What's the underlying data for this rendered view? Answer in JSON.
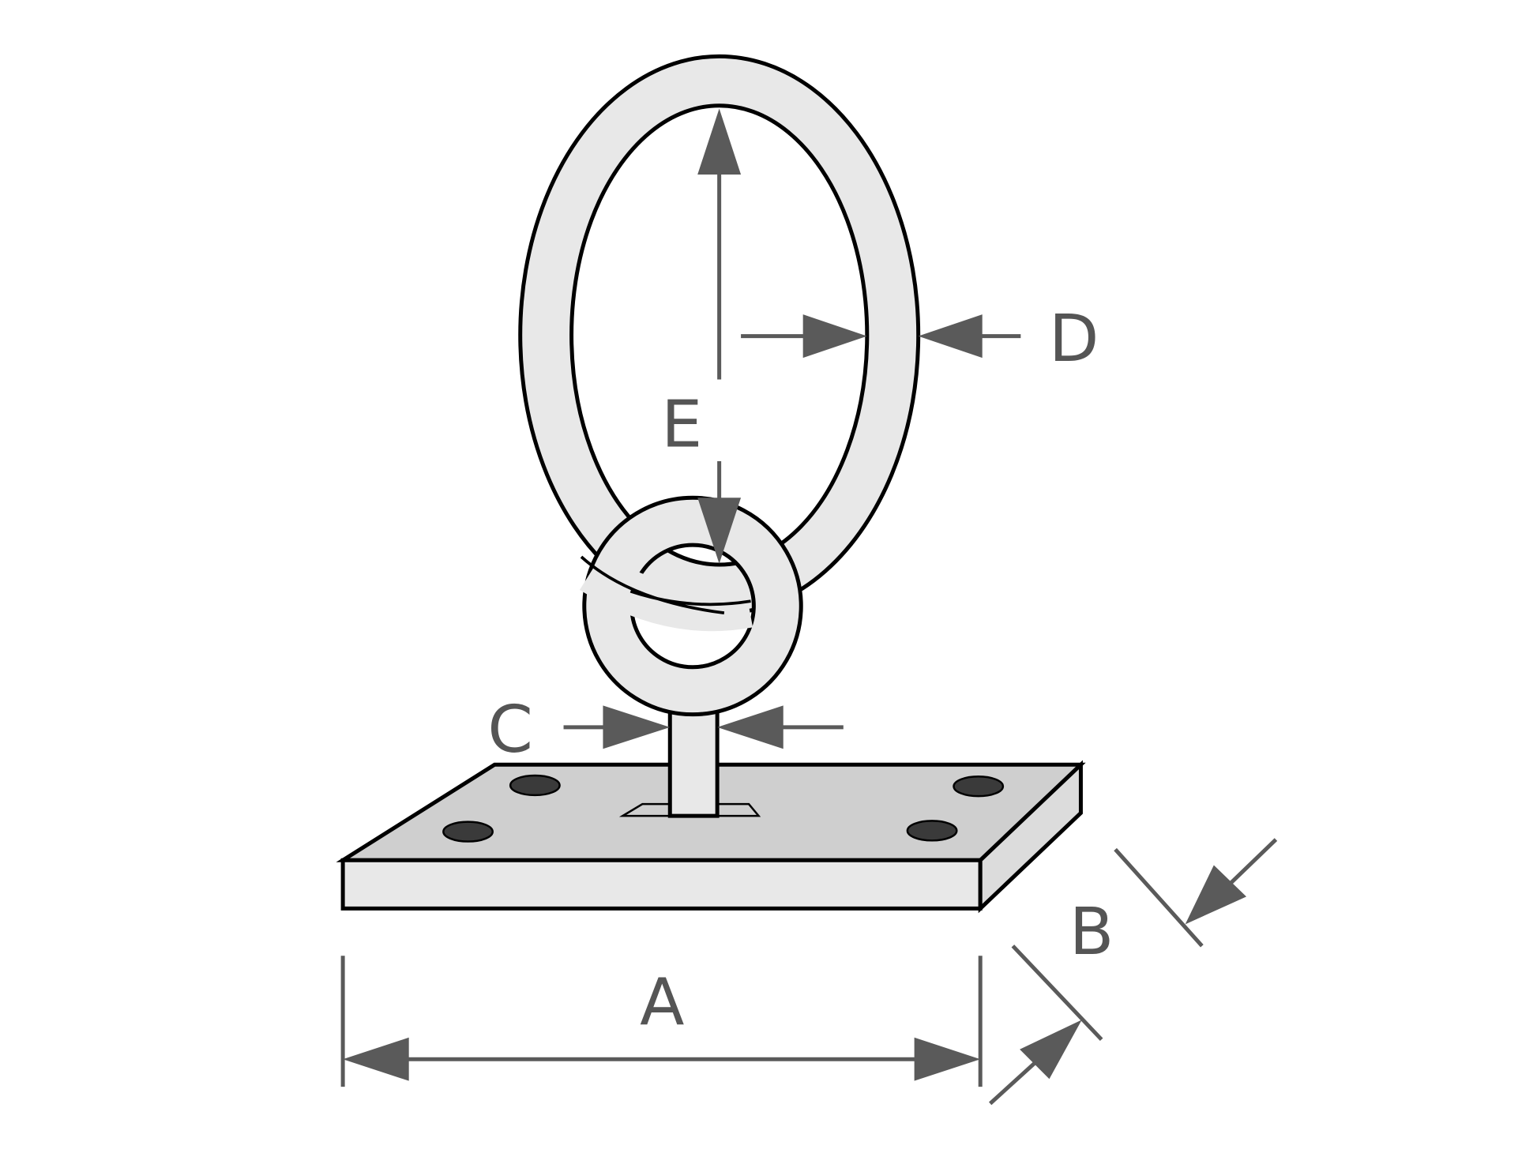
{
  "labels": {
    "A": "A",
    "B": "B",
    "C": "C",
    "D": "D",
    "E": "E"
  },
  "colors": {
    "metal": "#e8e8e8",
    "plate_top": "#cfcfcf",
    "holes": "#3a3a3a",
    "dimension": "#5a5a5a"
  }
}
